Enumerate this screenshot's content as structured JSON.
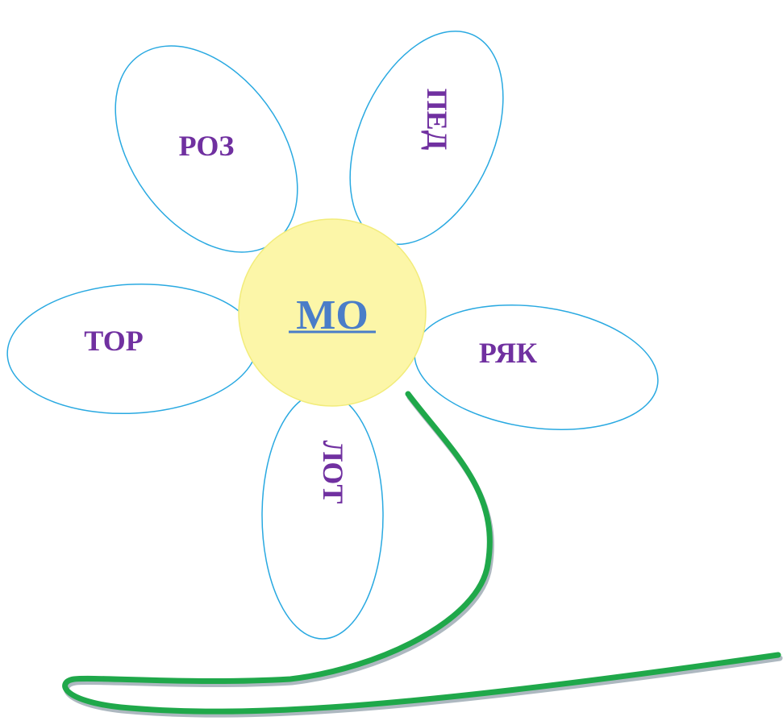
{
  "flower": {
    "center": {
      "text": "МО"
    },
    "petals": [
      {
        "id": "roz",
        "text": "РОЗ"
      },
      {
        "id": "ped",
        "text": "ПЕД"
      },
      {
        "id": "tor",
        "text": "ТОР"
      },
      {
        "id": "ryak",
        "text": "РЯК"
      },
      {
        "id": "lot",
        "text": "ЛОТ"
      }
    ]
  },
  "colors": {
    "petal_outline": "#29a9e1",
    "petal_text": "#7030a0",
    "center_fill": "#fcf6a8",
    "center_outline": "#f2ec7a",
    "center_text": "#4a7dc8",
    "stem": "#1fa84a"
  }
}
